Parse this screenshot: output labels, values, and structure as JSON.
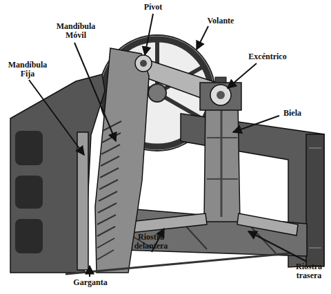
{
  "diagram": {
    "labels": [
      "Pívot",
      "Mandíbula Móvil",
      "Volante",
      "Mandíbula Fija",
      "Excéntrico",
      "Biela",
      "Garganta",
      "Riostra delantera",
      "Riostra trasera"
    ]
  }
}
